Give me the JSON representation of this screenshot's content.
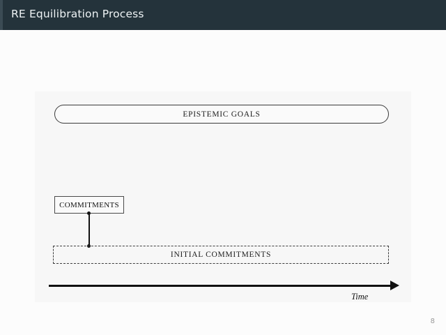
{
  "slide": {
    "header": {
      "title": "RE Equilibration Process",
      "background_color": "#24333b",
      "text_color": "#eef3f5"
    },
    "page_number": "8",
    "background_color": "#fbfbfb"
  },
  "diagram": {
    "title": "RE Equilibration Process",
    "type": "process-diagram",
    "nodes": [
      {
        "id": "epistemic-goals",
        "label": "EPISTEMIC GOALS",
        "shape": "rounded-rectangle",
        "style": "solid",
        "stroke_color": "#3a3a3a",
        "fill_color": "#fafafa"
      },
      {
        "id": "commitments",
        "label": "COMMITMENTS",
        "shape": "rectangle",
        "style": "solid",
        "stroke_color": "#4a4a4a",
        "fill_color": "#fafafa"
      },
      {
        "id": "initial-commitments",
        "label": "INITIAL COMMITMENTS",
        "shape": "rectangle",
        "style": "dashed",
        "stroke_color": "#3d3d3d",
        "fill_color": "transparent"
      }
    ],
    "connector": {
      "from": "commitments",
      "to": "initial-commitments",
      "style": "solid-line-with-endpoint-dots",
      "color": "#111111"
    },
    "axis": {
      "label": "Time",
      "direction": "left-to-right",
      "arrow": true,
      "color": "#111111"
    }
  }
}
